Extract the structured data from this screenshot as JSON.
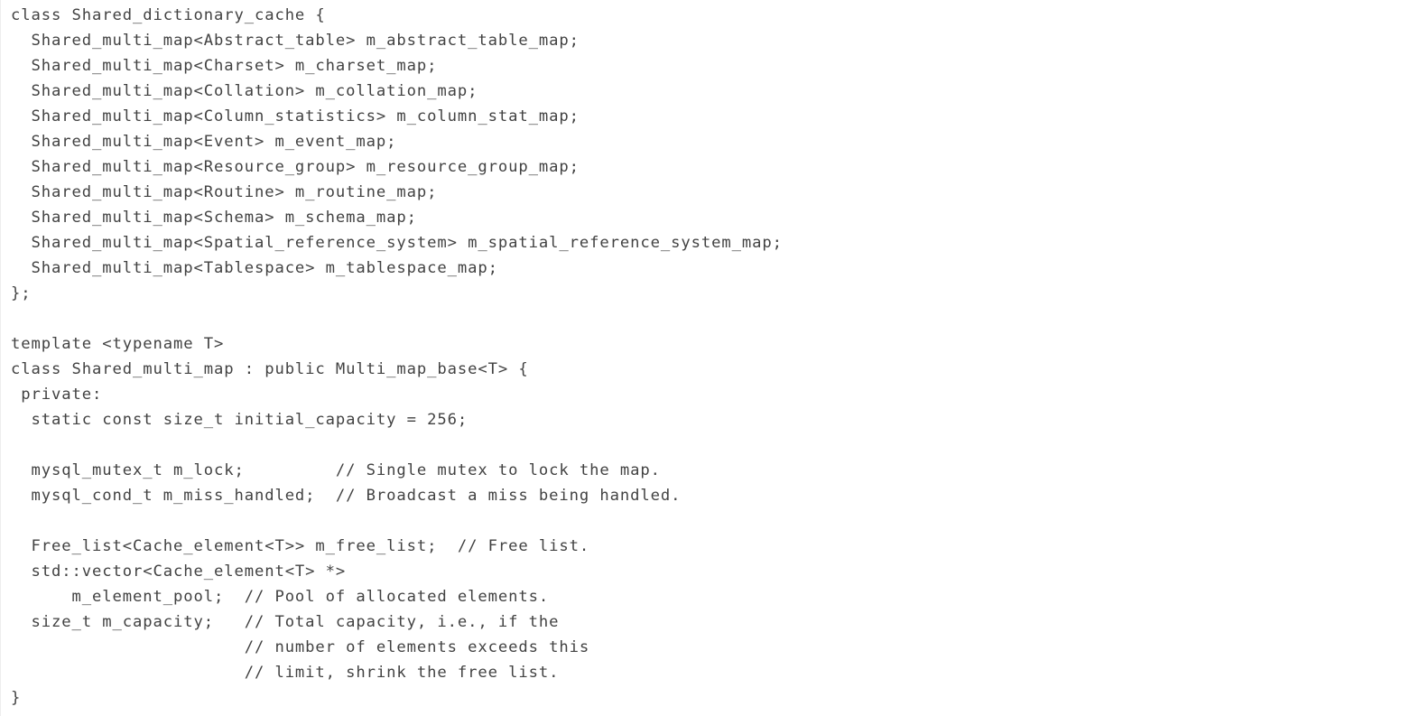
{
  "code": {
    "language": "cpp",
    "lines": [
      "class Shared_dictionary_cache {",
      "  Shared_multi_map<Abstract_table> m_abstract_table_map;",
      "  Shared_multi_map<Charset> m_charset_map;",
      "  Shared_multi_map<Collation> m_collation_map;",
      "  Shared_multi_map<Column_statistics> m_column_stat_map;",
      "  Shared_multi_map<Event> m_event_map;",
      "  Shared_multi_map<Resource_group> m_resource_group_map;",
      "  Shared_multi_map<Routine> m_routine_map;",
      "  Shared_multi_map<Schema> m_schema_map;",
      "  Shared_multi_map<Spatial_reference_system> m_spatial_reference_system_map;",
      "  Shared_multi_map<Tablespace> m_tablespace_map;",
      "};",
      "",
      "template <typename T>",
      "class Shared_multi_map : public Multi_map_base<T> {",
      " private:",
      "  static const size_t initial_capacity = 256;",
      "",
      "  mysql_mutex_t m_lock;         // Single mutex to lock the map.",
      "  mysql_cond_t m_miss_handled;  // Broadcast a miss being handled.",
      "",
      "  Free_list<Cache_element<T>> m_free_list;  // Free list.",
      "  std::vector<Cache_element<T> *>",
      "      m_element_pool;  // Pool of allocated elements.",
      "  size_t m_capacity;   // Total capacity, i.e., if the",
      "                       // number of elements exceeds this",
      "                       // limit, shrink the free list.",
      "}"
    ]
  }
}
